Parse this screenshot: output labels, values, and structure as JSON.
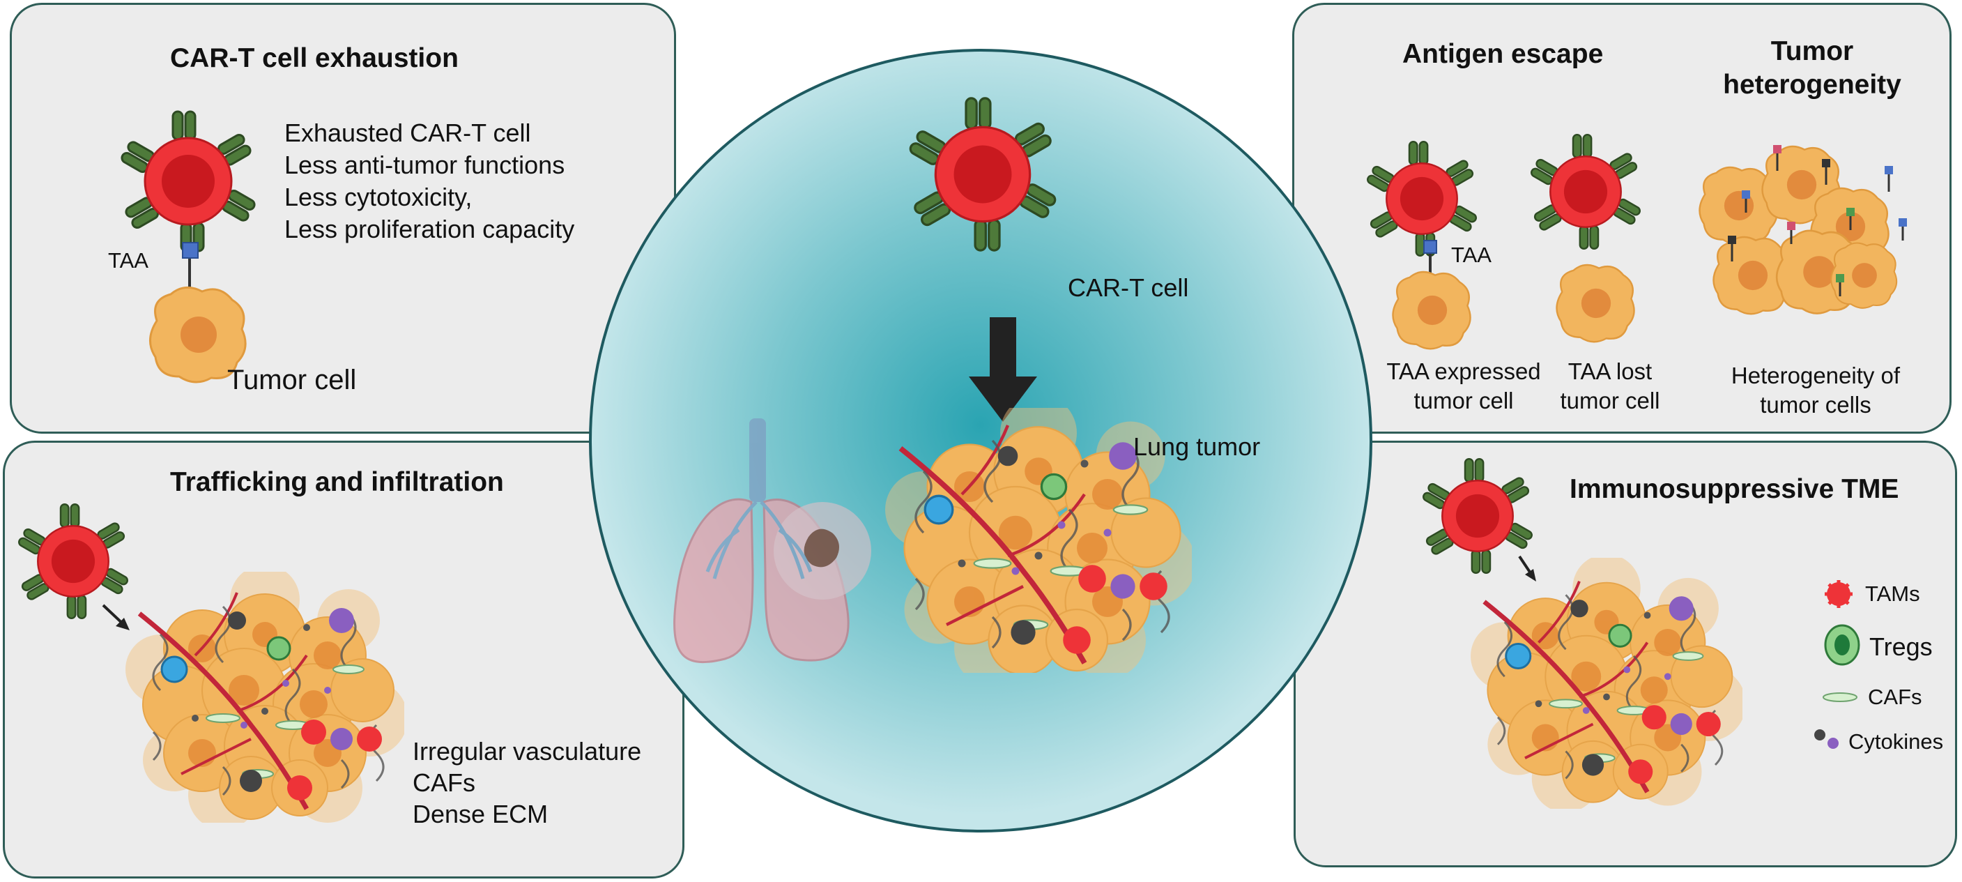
{
  "panels": {
    "car_t_exhaustion": {
      "title": "CAR-T cell exhaustion",
      "lines": [
        "Exhausted CAR-T cell",
        "Less anti-tumor functions",
        "Less cytotoxicity,",
        "Less proliferation capacity"
      ],
      "taa": "TAA",
      "tumor_cell": "Tumor cell"
    },
    "antigen_escape": {
      "title": "Antigen escape",
      "taa": "TAA",
      "expressed_label": [
        "TAA expressed",
        "tumor cell"
      ],
      "lost_label": [
        "TAA lost",
        "tumor cell"
      ]
    },
    "tumor_heterogeneity": {
      "title": [
        "Tumor",
        "heterogeneity"
      ],
      "label": [
        "Heterogeneity of",
        "tumor cells"
      ]
    },
    "trafficking": {
      "title": "Trafficking and infiltration",
      "lines": [
        "Irregular vasculature",
        "CAFs",
        "Dense ECM"
      ]
    },
    "immunosuppressive": {
      "title": "Immunosuppressive TME",
      "legend": [
        "TAMs",
        "Tregs",
        "CAFs",
        "Cytokines"
      ]
    }
  },
  "center": {
    "car_t_label": "CAR-T cell",
    "lung_tumor_label": "Lung tumor"
  },
  "colors": {
    "panel_bg": "#ececec",
    "panel_border": "#2f5d57",
    "car_t_red": "#e8252b",
    "receptor_green": "#4e7a3a",
    "tumor_orange": "#f2b55e",
    "circle_teal": "#3aa6b4"
  }
}
